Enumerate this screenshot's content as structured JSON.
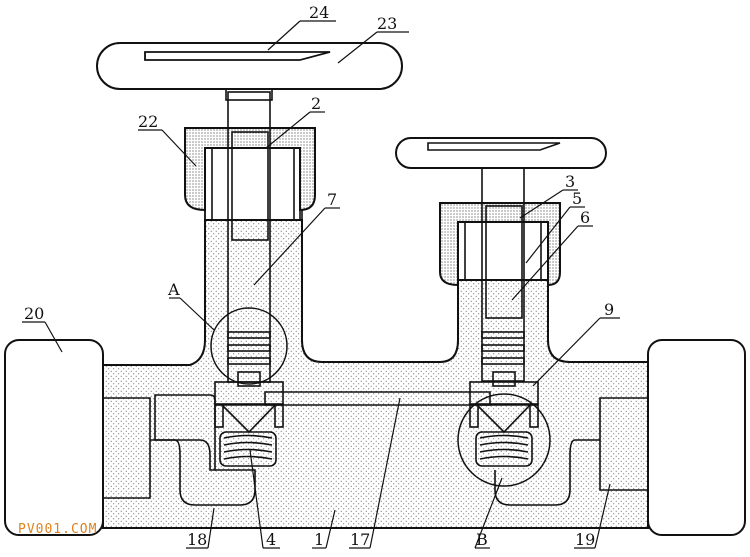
{
  "labels": {
    "l1": "1",
    "l2": "2",
    "l3": "3",
    "l4": "4",
    "l5": "5",
    "l6": "6",
    "l7": "7",
    "l9": "9",
    "l17": "17",
    "l18": "18",
    "l19": "19",
    "l20": "20",
    "l22": "22",
    "l23": "23",
    "l24": "24",
    "lA": "A",
    "lB": "B"
  },
  "watermark": "PV001.COM"
}
